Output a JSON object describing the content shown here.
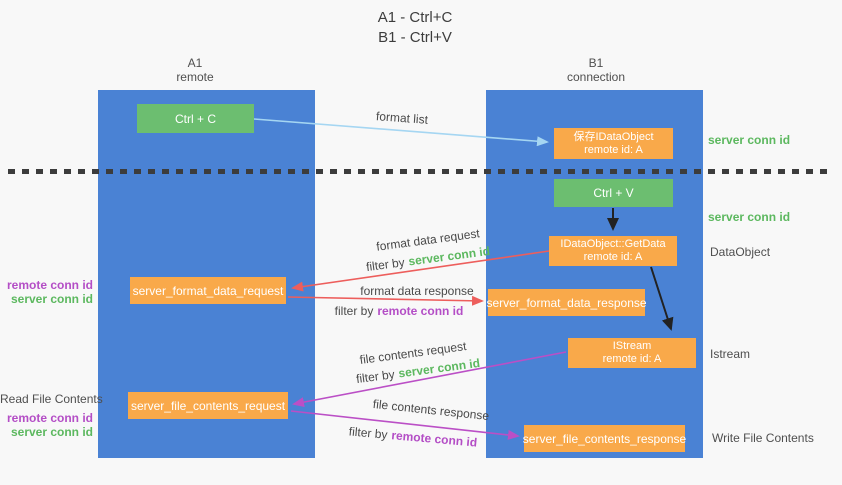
{
  "title": {
    "line1": "A1 - Ctrl+C",
    "line2": "B1 - Ctrl+V"
  },
  "lifelines": {
    "left": {
      "name": "A1",
      "role": "remote"
    },
    "right": {
      "name": "B1",
      "role": "connection"
    }
  },
  "nodes": {
    "ctrl_c": {
      "label": "Ctrl + C"
    },
    "save_idataobject": {
      "line1": "保存IDataObject",
      "line2": "remote id: A"
    },
    "ctrl_v": {
      "label": "Ctrl + V"
    },
    "getdata": {
      "line1": "IDataObject::GetData",
      "line2": "remote id: A"
    },
    "server_format_data_request": {
      "label": "server_format_data_request"
    },
    "server_format_data_response": {
      "label": "server_format_data_response"
    },
    "istream": {
      "line1": "IStream",
      "line2": "remote id: A"
    },
    "server_file_contents_request": {
      "label": "server_file_contents_request"
    },
    "server_file_contents_response": {
      "label": "server_file_contents_response"
    }
  },
  "messages": {
    "format_list": "format list",
    "format_data_request": "format data request",
    "format_data_response": "format data response",
    "file_contents_request": "file contents request",
    "file_contents_response": "file contents response",
    "filter_by": "filter by",
    "server_conn_id": "server conn id",
    "remote_conn_id": "remote conn id"
  },
  "annotations": {
    "right_server_conn_id_top": "server conn id",
    "right_server_conn_id_mid": "server conn id",
    "dataobject": "DataObject",
    "istream": "Istream",
    "write_file_contents": "Write File Contents",
    "left_remote_conn_id_top": "remote conn id",
    "left_server_conn_id_top": "server conn id",
    "read_file_contents": "Read File Contents",
    "left_remote_conn_id_bottom": "remote conn id",
    "left_server_conn_id_bottom": "server conn id"
  },
  "colors": {
    "background": "#f8f8f8",
    "lifeline_blue": "#4a82d4",
    "action_green": "#6cbe70",
    "message_orange": "#f9a94a",
    "arrow_light_blue": "#a5d6f2",
    "arrow_red": "#ed5e5c",
    "arrow_purple": "#bb4fc6",
    "arrow_black": "#222222",
    "conn_id_green": "#5cb85f",
    "conn_id_purple": "#b44ec6",
    "text_gray": "#4a4a4a"
  }
}
